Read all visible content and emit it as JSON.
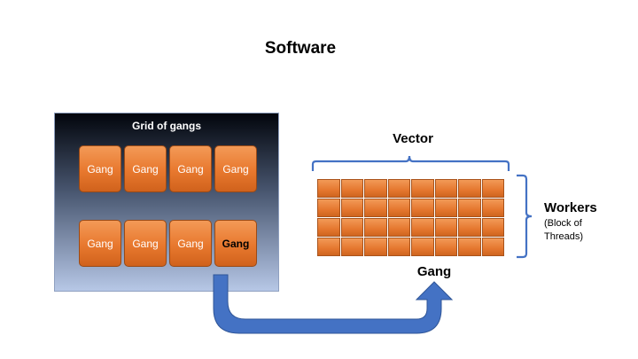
{
  "title": "Software",
  "grid": {
    "label": "Grid of gangs",
    "gangs": [
      "Gang",
      "Gang",
      "Gang",
      "Gang",
      "Gang",
      "Gang",
      "Gang",
      "Gang"
    ],
    "highlighted_index": 7
  },
  "gang_detail": {
    "vector_label": "Vector",
    "workers_label": "Workers",
    "workers_sub": "(Block of Threads)",
    "caption": "Gang",
    "rows": 4,
    "cols": 8
  },
  "colors": {
    "gang_orange": "#e8782e",
    "bracket_blue": "#4472c4",
    "arrow_blue": "#4472c4"
  }
}
